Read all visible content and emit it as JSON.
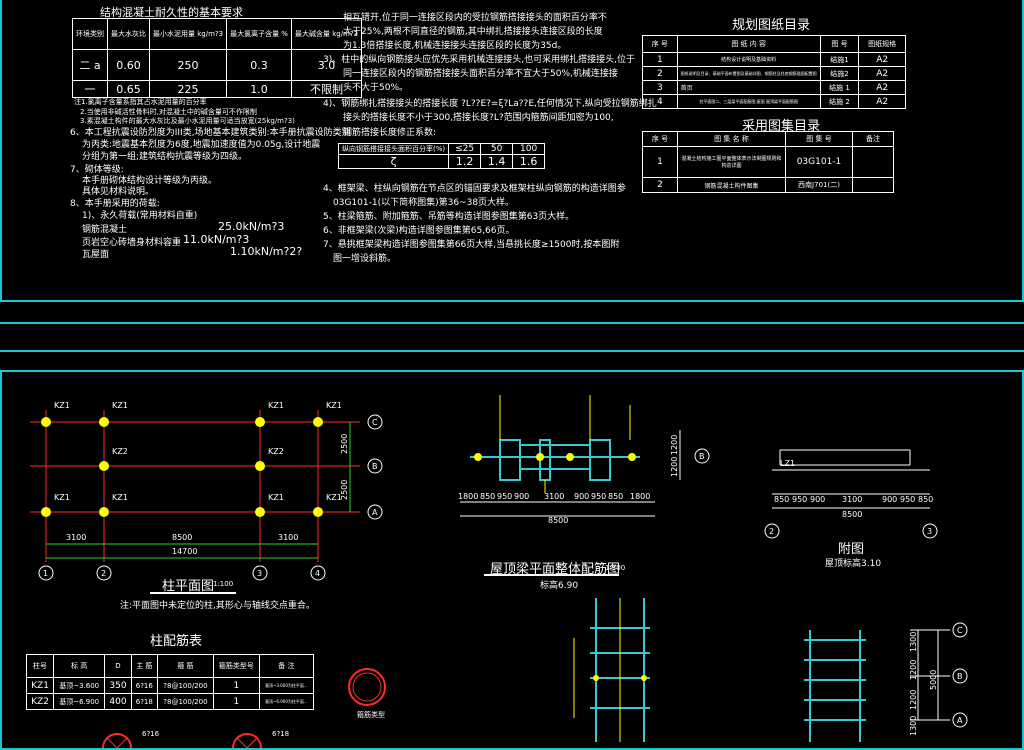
{
  "colors": {
    "background": "#000000",
    "frame": "#19c6d6",
    "grid": "#ff2a2a",
    "dim": "#2bd12b",
    "column": "#ffff00",
    "text": "#ffffff",
    "rebar": "#ffff00",
    "beam": "#37c8d0"
  },
  "durability": {
    "title": "结构混凝土耐久性的基本要求",
    "headers": [
      "环境类别",
      "最大水灰比",
      "最小水泥用量 kg/m?3",
      "最大氯离子含量 %",
      "最大碱含量 kg/m?3"
    ],
    "rows": [
      [
        "二",
        "a",
        "0.60",
        "250",
        "0.3",
        "3.0"
      ],
      [
        "一",
        "",
        "0.65",
        "225",
        "1.0",
        "不限制"
      ]
    ]
  },
  "left_notes": [
    "注1.氯离子含量系指其占水泥用量的百分率",
    "2.当使用非碱活性骨料时,对混凝土中的碱含量可不作限制",
    "3.素混凝土构件的最大水灰比及最小水泥用量可适当放宽(25kg/m?3)",
    "6、本工程抗震设防烈度为III类,场地基本建筑类别:本手册抗震设防类别",
    "为丙类:地震基本烈度为6度,地震加速度值为0.05g,设计地震",
    "分组为第一组;建筑结构抗震等级为四级。",
    "7、砌体等级:",
    "本手册砌体结构设计等级为丙级。",
    "具体见材料说明。",
    "8、本手册采用的荷载:",
    "1)、永久荷载(常用材料自重)",
    "钢筋混凝土",
    "页岩空心砖墙身材料容重",
    "瓦屋面"
  ],
  "loads": [
    "25.0kN/m?3",
    "11.0kN/m?3",
    "1.10kN/m?2?"
  ],
  "mid_notes": [
    "相互错开,位于同一连接区段内的受拉钢筋搭接接头的面积百分率不",
    "大于25%,两根不同直径的钢筋,其中绑扎搭接接头连接区段的长度",
    "为1.3倍搭接长度,机械连接接头连接区段的长度为35d。",
    "3)、柱中的纵向钢筋接头应优先采用机械连接接头,也可采用绑扎搭接接头,位于",
    "同一连接区段内的钢筋搭接接头面积百分率不宜大于50%,机械连接接",
    "头不大于50%。",
    "4)、钢筋绑扎搭接接头的搭接长度 ?L??E?=ξ?La??E,任何情况下,纵向受拉钢筋绑扎",
    "接头的搭接长度不小于300,搭接长度?L?范围内箍筋间距加密为100,",
    "钢筋搭接长度修正系数:"
  ],
  "lap_table": {
    "header": "纵向钢筋搭接接头面积百分率(%)",
    "cols": [
      "≤25",
      "50",
      "100"
    ],
    "sym": "ζ",
    "vals": [
      "1.2",
      "1.4",
      "1.6"
    ]
  },
  "mid_notes2": [
    "4、框架梁、柱纵向钢筋在节点区的锚固要求及框架柱纵向钢筋的构造详图参",
    "03G101-1(以下简称图集)第36~38页大样。",
    "5、柱梁箍筋、附加箍筋、吊筋等构造详图参图集第63页大样。",
    "6、非框架梁(次梁)构造详图参图集第65,66页。",
    "7、悬挑框架梁构造详图参图集第66页大样,当悬挑长度≥1500时,按本图附",
    "图一增设斜筋。"
  ],
  "drawing_list": {
    "title": "规划图纸目录",
    "headers": [
      "序 号",
      "图 纸 内 容",
      "图 号",
      "图纸规格"
    ],
    "rows": [
      [
        "1",
        "结构设计说明及基础资料",
        "结施1",
        "A2"
      ],
      [
        "2",
        "图纸说明及目录、基础平面布置图及基础详图、钢筋柱及柱底钢筋锚固配置图",
        "结施2",
        "A2"
      ],
      [
        "3",
        "首页",
        "结施 1",
        "A2"
      ],
      [
        "4",
        "柱平面图二、三层梁平面配筋图;屋面 屋顶梁平面配筋图",
        "结施 2",
        "A2"
      ]
    ]
  },
  "atlas_list": {
    "title": "采用图集目录",
    "headers": [
      "序 号",
      "图 集 名 称",
      "图 集 号",
      "备注"
    ],
    "rows": [
      [
        "1",
        "混凝土结构施工图平面整体表示法制图规则和构造详图",
        "03G101-1",
        ""
      ],
      [
        "2",
        "钢筋混凝土构件图集",
        "西南J701(二)",
        ""
      ]
    ]
  },
  "column_plan": {
    "columns": [
      "KZ1",
      "KZ1",
      "KZ1",
      "KZ1",
      "KZ2",
      "KZ2",
      "KZ1",
      "KZ1",
      "KZ1",
      "KZ1"
    ],
    "axes_h": [
      "1",
      "2",
      "3",
      "4"
    ],
    "axes_v": [
      "C",
      "B",
      "A"
    ],
    "dims_bottom": [
      "3100",
      "8500",
      "3100"
    ],
    "total": "14700",
    "dims_side": [
      "2500",
      "2500"
    ],
    "title": "柱平面图",
    "scale": "1:100",
    "note": "注:平面图中未定位的柱,其形心与轴线交点重合。"
  },
  "col_table": {
    "title": "柱配筋表",
    "headers": [
      "柱号",
      "标 高",
      "D",
      "主 筋",
      "箍 筋",
      "箍筋类型号",
      "备 注"
    ],
    "rows": [
      [
        "KZ1",
        "基顶~3.600",
        "350",
        "6?16",
        "?8@100/200",
        "1",
        "基顶~3.600为柱平面..."
      ],
      [
        "KZ2",
        "基顶~6.900",
        "400",
        "6?18",
        "?8@100/200",
        "1",
        "基顶~6.900为柱平面..."
      ]
    ],
    "section_label": "箍筋类型"
  },
  "roof_beam": {
    "title": "屋顶梁平面整体配筋图",
    "scale": "1:100",
    "elev": "标高6.90",
    "dims": [
      "1800",
      "850",
      "950",
      "900",
      "3100",
      "900",
      "950",
      "850",
      "1800"
    ],
    "total": "8500",
    "dims_side": [
      "1200",
      "1200"
    ],
    "axis": "B"
  },
  "annex": {
    "title": "附图",
    "sub": "屋顶标高3.10",
    "dims": [
      "850",
      "950",
      "900",
      "3100",
      "900",
      "950",
      "850"
    ],
    "total": "8500",
    "axes": [
      "2",
      "3"
    ],
    "label": "LZ1"
  },
  "lower_right": {
    "dims_side": [
      "1300",
      "1200",
      "1200",
      "1300"
    ],
    "total": "5000",
    "axes": [
      "C",
      "B",
      "A"
    ]
  },
  "bottom_marks": [
    "6?16",
    "6?18"
  ]
}
